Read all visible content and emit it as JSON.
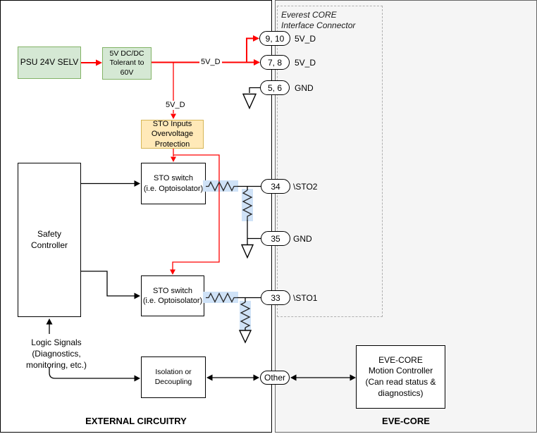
{
  "diagram": {
    "regions": {
      "external_label": "EXTERNAL CIRCUITRY",
      "evecore_label": "EVE-CORE"
    },
    "connector": {
      "title_line1": "Everest CORE",
      "title_line2": "Interface Connector"
    },
    "blocks": {
      "psu": {
        "label": "PSU 24V SELV"
      },
      "dcdc": {
        "line1": "5V DC/DC",
        "line2": "Tolerant to 60V"
      },
      "ovp": {
        "line1": "STO Inputs",
        "line2": "Overvoltage",
        "line3": "Protection"
      },
      "safety": {
        "line1": "Safety",
        "line2": "Controller"
      },
      "sto_switch_top": {
        "line1": "STO switch",
        "line2": "(i.e. Optoisolator)"
      },
      "sto_switch_bottom": {
        "line1": "STO switch",
        "line2": "(i.e. Optoisolator)"
      },
      "isolation": {
        "line1": "Isolation or",
        "line2": "Decoupling"
      },
      "motion_controller": {
        "line1": "EVE-CORE",
        "line2": "Motion Controller",
        "line3": "(Can read status &",
        "line4": "diagnostics)"
      }
    },
    "pins": {
      "p9_10": {
        "id": "9, 10",
        "signal": "5V_D"
      },
      "p7_8": {
        "id": "7, 8",
        "signal": "5V_D"
      },
      "p5_6": {
        "id": "5, 6",
        "signal": "GND"
      },
      "p34": {
        "id": "34",
        "signal": "\\STO2"
      },
      "p35": {
        "id": "35",
        "signal": "GND"
      },
      "p33": {
        "id": "33",
        "signal": "\\STO1"
      },
      "p_other": {
        "id": "Other"
      }
    },
    "wire_labels": {
      "power_net_horizontal": "5V_D",
      "power_net_vertical": "5V_D"
    },
    "annotations": {
      "logic_line1": "Logic Signals",
      "logic_line2": "(Diagnostics,",
      "logic_line3": "monitoring, etc.)"
    },
    "colors": {
      "power_wire": "#ff0000",
      "signal_wire": "#000000",
      "green_fill": "#d5e8d4",
      "green_border": "#82b366",
      "yellow_fill": "#ffe9b8",
      "yellow_border": "#d6b656",
      "resistor_highlight": "#cfe2f7",
      "evecore_bg": "#f5f5f5"
    }
  }
}
